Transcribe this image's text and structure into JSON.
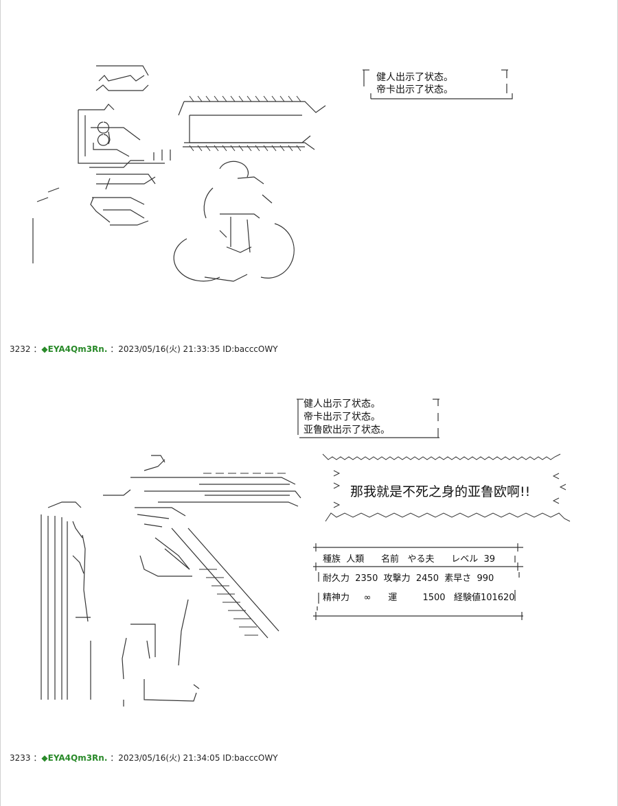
{
  "posts": [
    {
      "number": "3232",
      "separator": "：",
      "trip_mark": "◆EYA4Qm3Rn.",
      "datetime": "：2023/05/16(火) 21:33:35",
      "id": "ID:bacccOWY"
    },
    {
      "number": "3233",
      "separator": "：",
      "trip_mark": "◆EYA4Qm3Rn.",
      "datetime": "：2023/05/16(火) 21:34:05",
      "id": "ID:bacccOWY"
    }
  ],
  "panel1": {
    "notice_lines": [
      "健人出示了状态。",
      "帝卡出示了状态。"
    ]
  },
  "panel2": {
    "notice_lines": [
      "健人出示了状态。",
      "帝卡出示了状态。",
      "亚鲁欧出示了状态。"
    ],
    "shout": "那我就是不死之身的亚鲁欧啊!!",
    "status_rows": [
      "種族  人類      名前   やる夫      レベル  39",
      "耐久力  2350  攻撃力  2450  素早さ  990",
      "精神力     ∞      運         1500   経験値101620"
    ]
  }
}
